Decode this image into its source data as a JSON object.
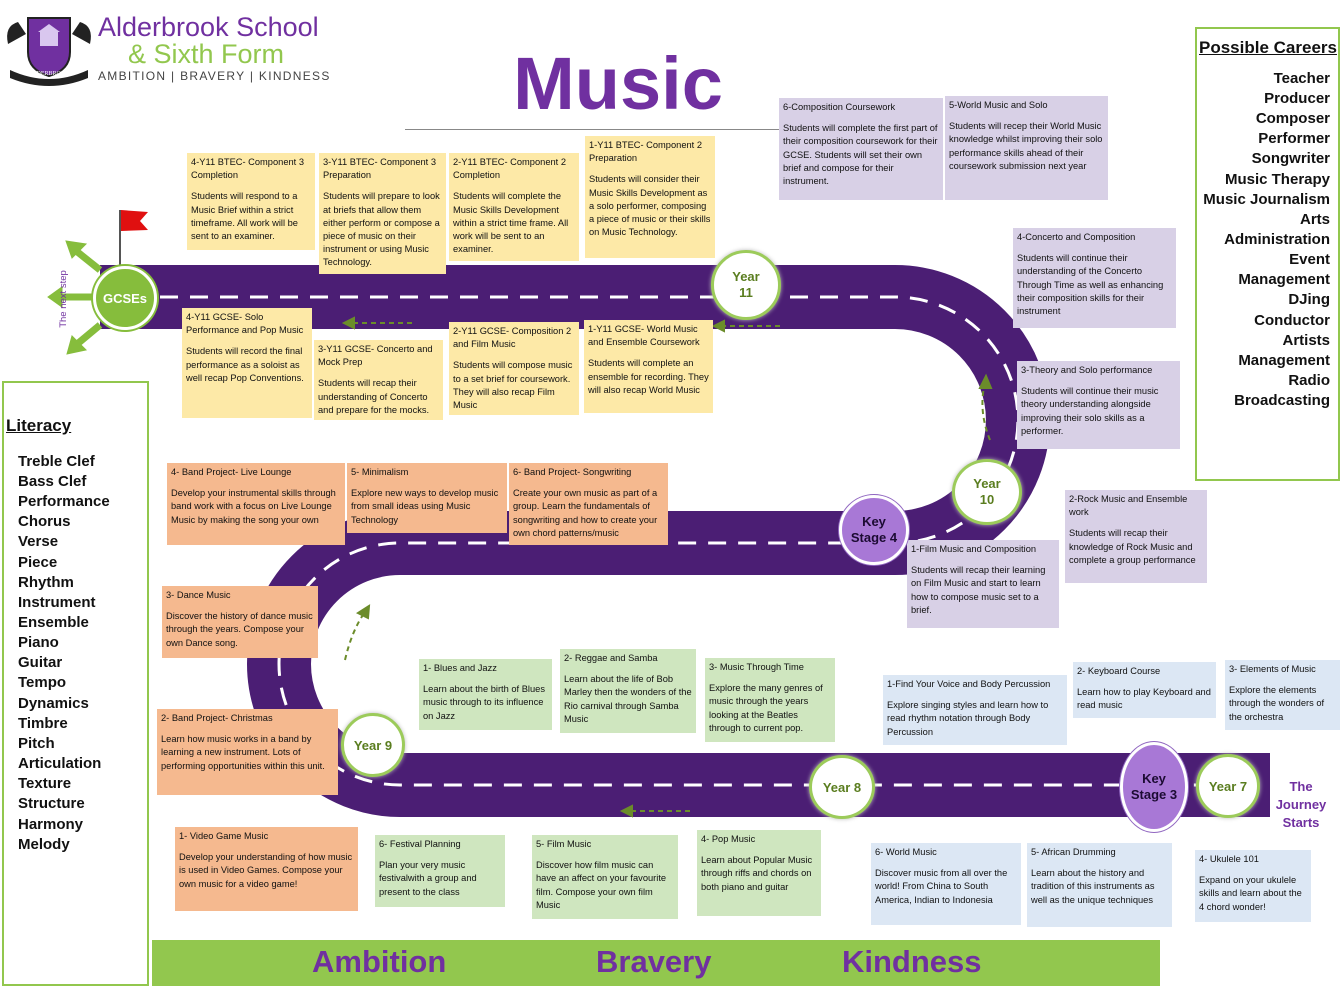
{
  "header": {
    "school_name_1": "Alderbrook School",
    "school_name_2": "& Sixth Form",
    "motto": "AMBITION | BRAVERY | KINDNESS",
    "crest_label": "ALDERBROOK",
    "subject_title": "Music"
  },
  "colors": {
    "road": "#4b1e74",
    "accent_purple": "#7030a0",
    "accent_green": "#92c74e",
    "year11_box": "#fde9a7",
    "year10_box": "#d8d0e6",
    "year9_box": "#f5b98f",
    "year8_box": "#cfe6bf",
    "year7_box": "#dce7f4"
  },
  "markers": {
    "gcses": "GCSEs",
    "next_step": "The next step",
    "year11": "Year 11",
    "year10": "Year 10",
    "year9": "Year 9",
    "year8": "Year 8",
    "year7": "Year 7",
    "ks4": "Key Stage 4",
    "ks3": "Key Stage 3",
    "journey_start": "The Journey Starts"
  },
  "year11_top": [
    {
      "title": "4-Y11 BTEC- Component 3 Completion",
      "desc": "Students will respond to a Music Brief within a strict timeframe. All work will be sent to an examiner."
    },
    {
      "title": "3-Y11 BTEC- Component 3 Preparation",
      "desc": "Students will prepare to look at briefs that allow them either perform or compose a piece of music on their instrument or using Music Technology."
    },
    {
      "title": "2-Y11 BTEC- Component 2 Completion",
      "desc": "Students will complete the Music Skills Development within a strict time frame. All work will be sent to an examiner."
    },
    {
      "title": "1-Y11 BTEC- Component 2 Preparation",
      "desc": "Students will consider their Music Skills Development as a solo performer, composing a piece of music or their skills on Music Technology."
    }
  ],
  "year11_bottom": [
    {
      "title": "4-Y11 GCSE- Solo Performance and Pop Music",
      "desc": "Students will record the final performance as a soloist as well recap Pop Conventions."
    },
    {
      "title": "3-Y11 GCSE- Concerto and Mock Prep",
      "desc": "Students will recap their understanding of Concerto and prepare for the mocks."
    },
    {
      "title": "2-Y11 GCSE- Composition 2 and Film Music",
      "desc": "Students will compose music to a set brief for coursework. They will also recap Film Music"
    },
    {
      "title": "1-Y11 GCSE- World Music and Ensemble Coursework",
      "desc": "Students will complete an ensemble for recording. They will also recap World Music"
    }
  ],
  "year10": [
    {
      "title": "6-Composition Coursework",
      "desc": "Students will complete the first part of their composition coursework for their GCSE. Students will set their own brief and compose for their instrument."
    },
    {
      "title": "5-World Music and Solo",
      "desc": "Students will recep their World Music knowledge whilst improving their solo performance skills ahead of their coursework submission next year"
    },
    {
      "title": "4-Concerto and Composition",
      "desc": "Students will continue their understanding of the Concerto Through Time as well as enhancing their composition skills for their instrument"
    },
    {
      "title": "3-Theory and Solo performance",
      "desc": "Students will continue their music theory understanding alongside improving their solo skills as a performer."
    },
    {
      "title": "2-Rock Music and Ensemble work",
      "desc": "Students will recap their knowledge of Rock Music and complete a group performance"
    },
    {
      "title": "1-Film Music and Composition",
      "desc": "Students will recap their learning on Film Music and start to learn how to compose music set to a brief."
    }
  ],
  "year9": [
    {
      "title": "4- Band Project- Live Lounge",
      "desc": "Develop your instrumental skills through band work with a focus on Live Lounge Music by making the song your own"
    },
    {
      "title": "5- Minimalism",
      "desc": "Explore new ways to develop music from small ideas using Music Technology"
    },
    {
      "title": "6- Band Project- Songwriting",
      "desc": "Create your own music as part of a group. Learn the fundamentals of songwriting and how to create your own chord patterns/music"
    },
    {
      "title": "3- Dance Music",
      "desc": "Discover the history of dance music through the years. Compose your own Dance song."
    },
    {
      "title": "2- Band Project- Christmas",
      "desc": "Learn how music works in a band by learning a new instrument. Lots of performing opportunities within this unit."
    },
    {
      "title": "1- Video Game Music",
      "desc": "Develop your understanding of how music is used in Video Games. Compose your own music for a video game!"
    }
  ],
  "year8": [
    {
      "title": "1- Blues and Jazz",
      "desc": "Learn about the birth of Blues music through to its influence on Jazz"
    },
    {
      "title": "2- Reggae and Samba",
      "desc": "Learn about the life of Bob Marley then the wonders of the Rio carnival through Samba Music"
    },
    {
      "title": "3- Music Through Time",
      "desc": "Explore the many genres of music through the years looking at the Beatles through to current pop."
    },
    {
      "title": "6- Festival Planning",
      "desc": "Plan your very music festivalwith a group and present to the class"
    },
    {
      "title": "5- Film Music",
      "desc": "Discover how film music can have an affect on your favourite film. Compose your own film Music"
    },
    {
      "title": "4- Pop Music",
      "desc": "Learn about Popular Music through riffs and chords on both piano and guitar"
    }
  ],
  "year7": [
    {
      "title": "1-Find Your Voice and Body Percussion",
      "desc": "Explore singing styles and learn how to read rhythm notation through Body Percussion"
    },
    {
      "title": "2- Keyboard Course",
      "desc": "Learn how to play Keyboard and read music"
    },
    {
      "title": "3- Elements of Music",
      "desc": "Explore the elements through the wonders of the orchestra"
    },
    {
      "title": "6- World Music",
      "desc": "Discover music from all over the world! From China to South America, Indian to Indonesia"
    },
    {
      "title": "5- African Drumming",
      "desc": "Learn about the history and tradition of this instruments as well as the unique techniques"
    },
    {
      "title": "4- Ukulele 101",
      "desc": "Expand on your ukulele skills and learn about the 4 chord wonder!"
    }
  ],
  "careers": {
    "title": "Possible Careers",
    "items": [
      "Teacher",
      "Producer",
      "Composer",
      "Performer",
      "Songwriter",
      "Music Therapy",
      "Music Journalism",
      "Arts",
      "Administration",
      "Event",
      "Management",
      "DJing",
      "Conductor",
      "Artists",
      "Management",
      "Radio",
      "Broadcasting"
    ]
  },
  "literacy": {
    "title": "Literacy",
    "items": [
      "Treble Clef",
      "Bass Clef",
      "Performance",
      "Chorus",
      "Verse",
      "Piece",
      "Rhythm",
      "Instrument",
      "Ensemble",
      "Piano",
      "Guitar",
      "Tempo",
      "Dynamics",
      "Timbre",
      "Pitch",
      "Articulation",
      "Texture",
      "Structure",
      "Harmony",
      "Melody"
    ]
  },
  "footer": {
    "ambition": "Ambition",
    "bravery": "Bravery",
    "kindness": "Kindness"
  }
}
